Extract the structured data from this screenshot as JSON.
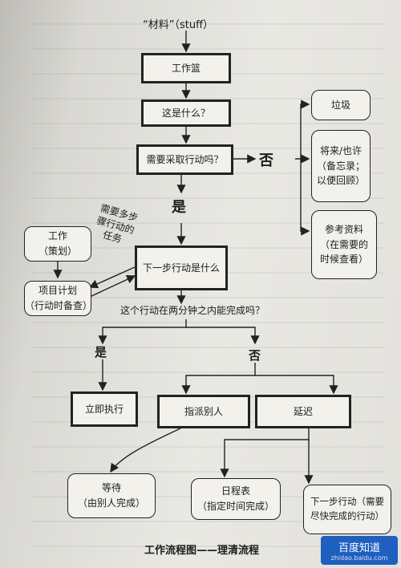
{
  "title": "“材料”（stuff）",
  "nodes": {
    "inbox": "工作篮",
    "what": "这是什么？",
    "action_q": "需要采取行动吗？",
    "trash": "垃圾",
    "later": "将来/也许\n（备忘录；\n以便回顾）",
    "reference": "参考资料\n（在需要的\n时候查看）",
    "work": "工作\n（策划）",
    "project": "项目计划\n（行动时备查）",
    "next": "下一步行动是什么",
    "do_now": "立即执行",
    "delegate": "指派别人",
    "defer": "延迟",
    "wait": "等待\n（由别人完成）",
    "calendar": "日程表\n（指定时间完成）",
    "next_list": "下一步行动（需要\n尽快完成的行动）"
  },
  "labels": {
    "no1": "否",
    "yes1": "是",
    "multi_steps": "需要多步\n骤行动的\n任务",
    "two_min": "这个行动在两分钟之内能完成吗？",
    "yes2": "是",
    "no2": "否"
  },
  "caption": "工作流程图——理清流程",
  "watermark": {
    "main": "百度知道",
    "sub": "zhidao.baidu.com"
  }
}
